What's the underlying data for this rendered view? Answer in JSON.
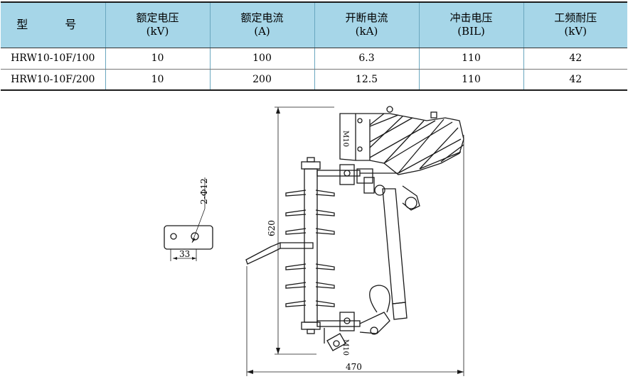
{
  "table": {
    "headers": [
      {
        "line1": "型　号",
        "line2": ""
      },
      {
        "line1": "额定电压",
        "line2": "(kV)"
      },
      {
        "line1": "额定电流",
        "line2": "(A)"
      },
      {
        "line1": "开断电流",
        "line2": "(kA)"
      },
      {
        "line1": "冲击电压",
        "line2": "(BIL)"
      },
      {
        "line1": "工频耐压",
        "line2": "(kV)"
      }
    ],
    "rows": [
      [
        "HRW10-10F/100",
        "10",
        "100",
        "6.3",
        "110",
        "42"
      ],
      [
        "HRW10-10F/200",
        "10",
        "200",
        "12.5",
        "110",
        "42"
      ]
    ]
  },
  "drawing": {
    "hole_label": "2-Φ12",
    "hole_spacing": "33",
    "height_dim": "620",
    "width_dim": "470",
    "bolt_label_top": "M10",
    "bolt_label_bottom": "M10"
  }
}
